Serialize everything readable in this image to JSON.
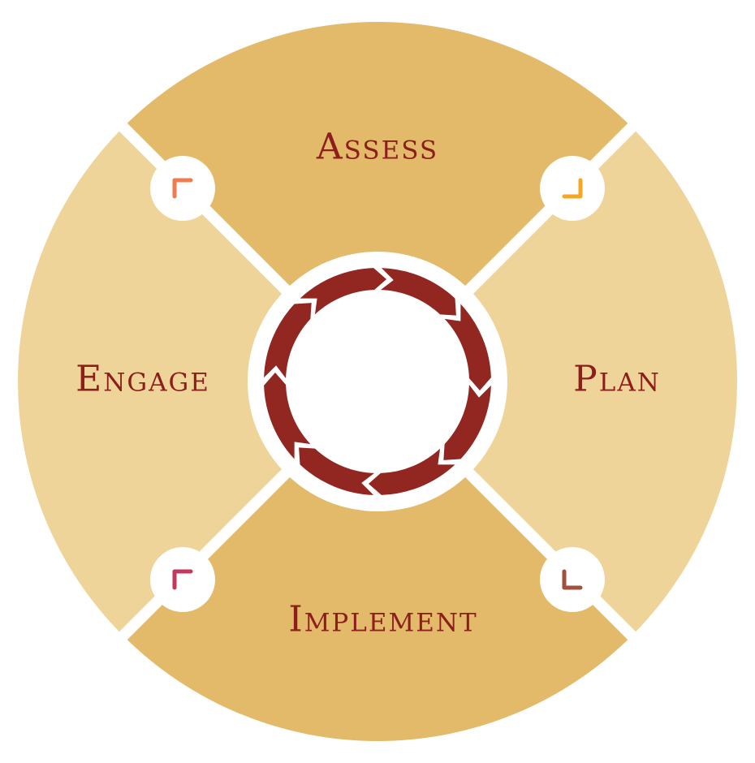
{
  "diagram": {
    "segments": {
      "assess": "Assess",
      "plan": "Plan",
      "implement": "Implement",
      "engage": "Engage"
    },
    "colors": {
      "primary_segment": "#e3b96a",
      "secondary_segment": "#efd49a",
      "text": "#8c1e1c",
      "arrow_ring": "#922621",
      "divider": "#ffffff",
      "corner_top_left": "#f07b4c",
      "corner_top_right": "#f5a623",
      "corner_bottom_right": "#a0523e",
      "corner_bottom_left": "#c2395e"
    },
    "icons": {
      "center": "cycle-arrows-icon",
      "top_left": "corner-top-left-icon",
      "top_right": "corner-top-right-icon",
      "bottom_right": "corner-bottom-right-icon",
      "bottom_left": "corner-bottom-left-icon"
    }
  }
}
